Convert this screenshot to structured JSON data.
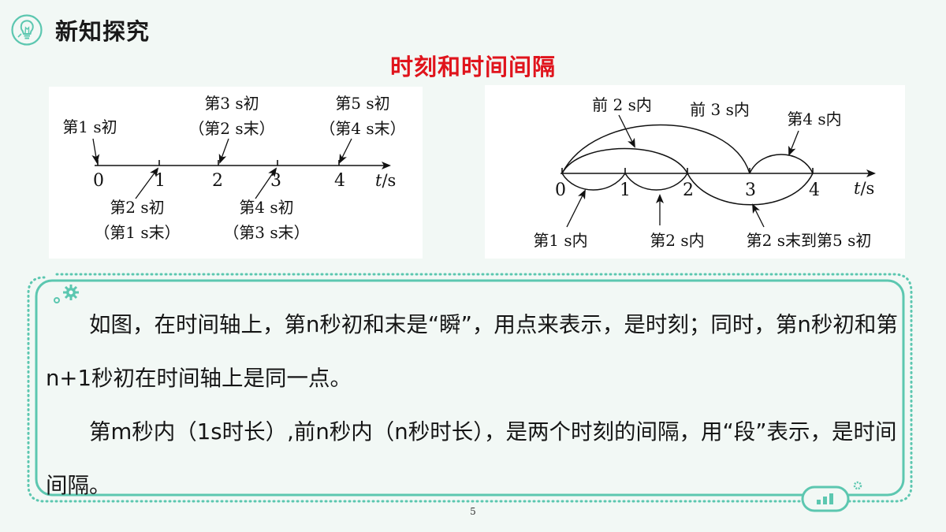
{
  "header": {
    "title": "新知探究",
    "icon": "lightbulb-icon"
  },
  "subtitle": "时刻和时间间隔",
  "left_diagram": {
    "ticks": [
      "0",
      "1",
      "2",
      "3",
      "4"
    ],
    "axis_unit": {
      "italic": "t",
      "rest": "/s"
    },
    "labels_above": [
      {
        "line1": "第1 s初",
        "line2": ""
      },
      {
        "line1": "第3 s初",
        "line2": "（第2 s末）"
      },
      {
        "line1": "第5 s初",
        "line2": "（第4 s末）"
      }
    ],
    "labels_below": [
      {
        "line1": "第2 s初",
        "line2": "（第1 s末）"
      },
      {
        "line1": "第4 s初",
        "line2": "（第3 s末）"
      }
    ]
  },
  "right_diagram": {
    "ticks": [
      "0",
      "1",
      "2",
      "3",
      "4"
    ],
    "axis_unit": {
      "italic": "t",
      "rest": "/s"
    },
    "labels_above": [
      "前 2 s内",
      "前 3 s内",
      "第4 s内"
    ],
    "labels_below": [
      "第1 s内",
      "第2 s内",
      "第2 s末到第5 s初"
    ]
  },
  "text_panel": {
    "paragraph1": "如图，在时间轴上，第n秒初和末是“瞬”，用点来表示，是时刻；同时，第n秒初和第n+1秒初在时间轴上是同一点。",
    "paragraph2": "第m秒内（1s时长）,前n秒内（n秒时长），是两个时刻的间隔，用“段”表示，是时间间隔。"
  },
  "page_number": "5",
  "colors": {
    "accent": "#5cc7b0",
    "title_red": "#e0141c",
    "background": "#f2f8f5"
  }
}
